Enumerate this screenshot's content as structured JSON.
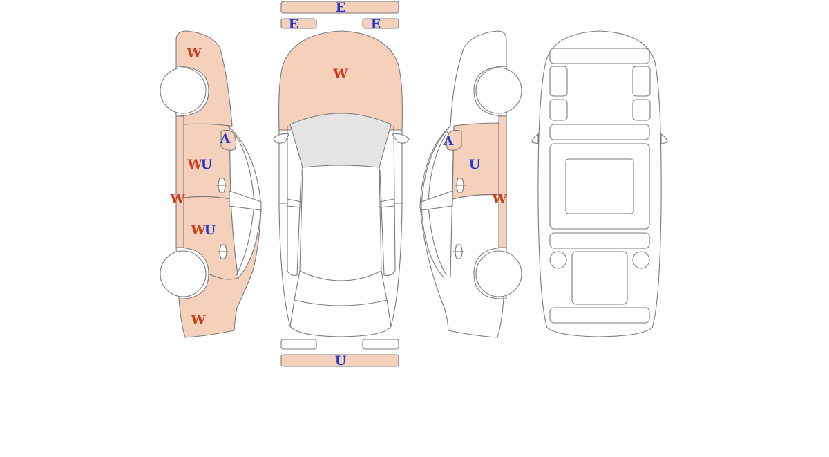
{
  "colors": {
    "damaged_panel": "#f5d0bb",
    "clean_panel": "#ffffff",
    "glass": "#e4e4e4",
    "outline": "#7a7a7a",
    "code_red": "#d03a1c",
    "code_blue": "#1f3ad0"
  },
  "marks": {
    "front_bumper": "E",
    "front_left_corner": "E",
    "front_right_corner": "E",
    "hood": "W",
    "rear_bumper": "U",
    "left_front_fender": "W",
    "left_front_mirror": "A",
    "left_front_door_w": "W",
    "left_front_door_u": "U",
    "left_sill": "W",
    "left_rear_door_w": "W",
    "left_rear_door_u": "U",
    "left_rear_quarter": "W",
    "right_mirror": "A",
    "right_front_door": "U",
    "right_sill": "W"
  }
}
